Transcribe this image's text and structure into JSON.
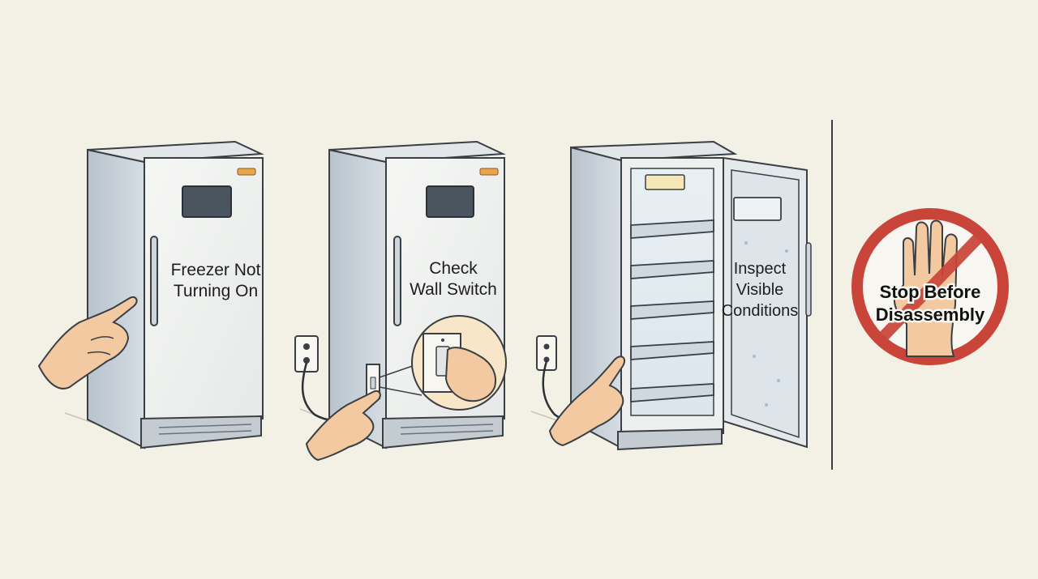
{
  "steps": [
    {
      "label_line1": "Freezer Not",
      "label_line2": "Turning On"
    },
    {
      "label_line1": "Check",
      "label_line2": "Wall Switch"
    },
    {
      "label_line1": "Inspect",
      "label_line2": "Visible",
      "label_line3": "Conditions"
    }
  ],
  "stop_sign": {
    "line1": "Stop Before",
    "line2": "Disassembly"
  },
  "colors": {
    "background": "#f3f0e6",
    "freezer_body": "#eef0ef",
    "freezer_side": "#c9d2d9",
    "outline": "#3a3f44",
    "skin": "#f2c9a0",
    "stop_red": "#c9453a",
    "display": "#4a5560",
    "handle_tag": "#e9a54c"
  },
  "icons": [
    "pointing-hand-icon",
    "wall-outlet-icon",
    "wall-switch-icon",
    "open-freezer-icon",
    "stop-hand-icon"
  ]
}
